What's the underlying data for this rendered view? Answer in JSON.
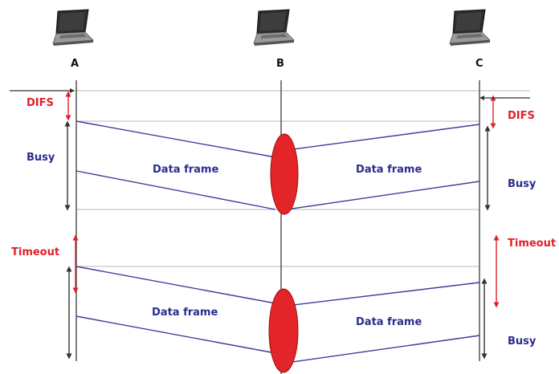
{
  "nodes": [
    {
      "id": "a",
      "label": "A"
    },
    {
      "id": "b",
      "label": "B"
    },
    {
      "id": "c",
      "label": "C"
    }
  ],
  "labels": {
    "difs_a": "DIFS",
    "difs_c": "DIFS",
    "busy_a": "Busy",
    "busy_c1": "Busy",
    "busy_c2": "Busy",
    "timeout_a": "Timeout",
    "timeout_c": "Timeout",
    "data_frame_1": "Data frame",
    "data_frame_2": "Data frame",
    "data_frame_3": "Data frame",
    "data_frame_4": "Data frame"
  },
  "colors": {
    "label_red": "#e0202a",
    "label_blue": "#2b2d8f",
    "frame_line": "#3b3f9a",
    "collision": "#e3252a",
    "arrow_red": "#e0202a",
    "arrow_dark": "#333333",
    "separator": "#b9b9b9",
    "timeline": "#555555"
  },
  "icons": [
    "laptop-icon",
    "collision-icon"
  ]
}
